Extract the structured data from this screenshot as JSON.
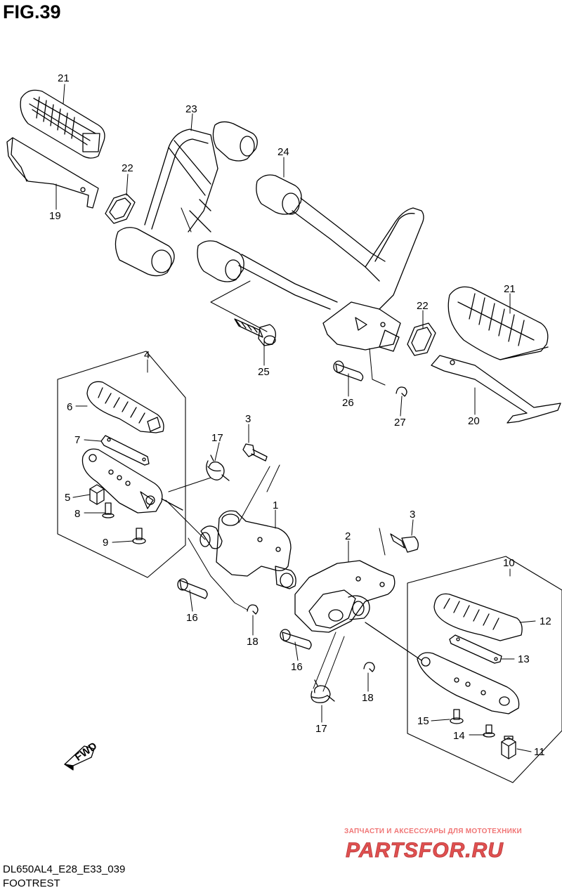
{
  "figure": {
    "title": "FIG.39"
  },
  "callouts": [
    {
      "id": "c21a",
      "text": "21"
    },
    {
      "id": "c23",
      "text": "23"
    },
    {
      "id": "c22a",
      "text": "22"
    },
    {
      "id": "c24",
      "text": "24"
    },
    {
      "id": "c19",
      "text": "19"
    },
    {
      "id": "c21b",
      "text": "21"
    },
    {
      "id": "c22b",
      "text": "22"
    },
    {
      "id": "c25",
      "text": "25"
    },
    {
      "id": "c26",
      "text": "26"
    },
    {
      "id": "c27",
      "text": "27"
    },
    {
      "id": "c20",
      "text": "20"
    },
    {
      "id": "c4",
      "text": "4"
    },
    {
      "id": "c6",
      "text": "6"
    },
    {
      "id": "c3a",
      "text": "3"
    },
    {
      "id": "c7",
      "text": "7"
    },
    {
      "id": "c17a",
      "text": "17"
    },
    {
      "id": "c5",
      "text": "5"
    },
    {
      "id": "c8",
      "text": "8"
    },
    {
      "id": "c1",
      "text": "1"
    },
    {
      "id": "c9",
      "text": "9"
    },
    {
      "id": "c3b",
      "text": "3"
    },
    {
      "id": "c2",
      "text": "2"
    },
    {
      "id": "c10",
      "text": "10"
    },
    {
      "id": "c16a",
      "text": "16"
    },
    {
      "id": "c18a",
      "text": "18"
    },
    {
      "id": "c12",
      "text": "12"
    },
    {
      "id": "c13",
      "text": "13"
    },
    {
      "id": "c16b",
      "text": "16"
    },
    {
      "id": "c18b",
      "text": "18"
    },
    {
      "id": "c15",
      "text": "15"
    },
    {
      "id": "c17b",
      "text": "17"
    },
    {
      "id": "c14",
      "text": "14"
    },
    {
      "id": "c11",
      "text": "11"
    }
  ],
  "fwd_label": "FWD",
  "watermark": {
    "subtitle": "ЗАПЧАСТИ И АКСЕССУАРЫ ДЛЯ МОТОТЕХНИКИ",
    "logo": "PARTSFOR.RU",
    "color": "#e05050"
  },
  "footer": {
    "model_code": "DL650AL4_E28_E33_039",
    "section_name": "FOOTREST"
  }
}
